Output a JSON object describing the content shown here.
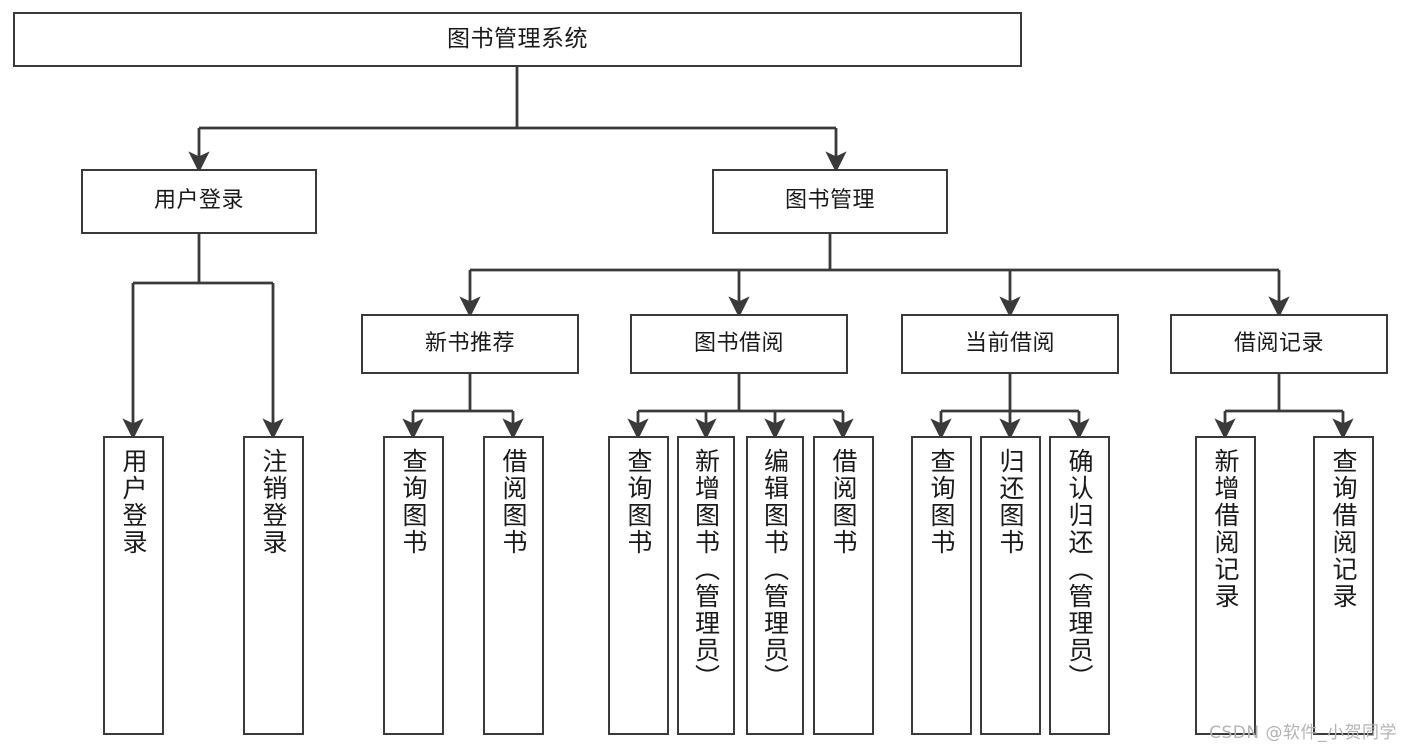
{
  "diagram": {
    "title": "图书管理系统",
    "type": "hierarchy-tree",
    "watermark": "CSDN @软件_小贺同学",
    "colors": {
      "box_border": "#3a3a3a",
      "box_fill": "#ffffff",
      "edge": "#3a3a3a",
      "text": "#1a1a1a",
      "watermark": "#b3b3b3"
    },
    "root": {
      "label": "图书管理系统"
    },
    "level1": [
      {
        "id": "user-login",
        "label": "用户登录"
      },
      {
        "id": "book-manage",
        "label": "图书管理"
      }
    ],
    "level2": [
      {
        "id": "new-book-rec",
        "label": "新书推荐"
      },
      {
        "id": "book-borrow",
        "label": "图书借阅"
      },
      {
        "id": "current-borrow",
        "label": "当前借阅"
      },
      {
        "id": "borrow-record",
        "label": "借阅记录"
      }
    ],
    "leaves": {
      "user-login": [
        {
          "id": "leaf-user-login",
          "label": "用户登录"
        },
        {
          "id": "leaf-user-logout",
          "label": "注销登录"
        }
      ],
      "new-book-rec": [
        {
          "id": "leaf-query-book-1",
          "label": "查询图书"
        },
        {
          "id": "leaf-borrow-book-1",
          "label": "借阅图书"
        }
      ],
      "book-borrow": [
        {
          "id": "leaf-query-book-2",
          "label": "查询图书"
        },
        {
          "id": "leaf-add-book",
          "label": "新增图书（管理员）"
        },
        {
          "id": "leaf-edit-book",
          "label": "编辑图书（管理员）"
        },
        {
          "id": "leaf-borrow-book-2",
          "label": "借阅图书"
        }
      ],
      "current-borrow": [
        {
          "id": "leaf-query-book-3",
          "label": "查询图书"
        },
        {
          "id": "leaf-return-book",
          "label": "归还图书"
        },
        {
          "id": "leaf-confirm-return",
          "label": "确认归还（管理员）"
        }
      ],
      "borrow-record": [
        {
          "id": "leaf-add-record",
          "label": "新增借阅记录"
        },
        {
          "id": "leaf-query-record",
          "label": "查询借阅记录"
        }
      ]
    }
  }
}
